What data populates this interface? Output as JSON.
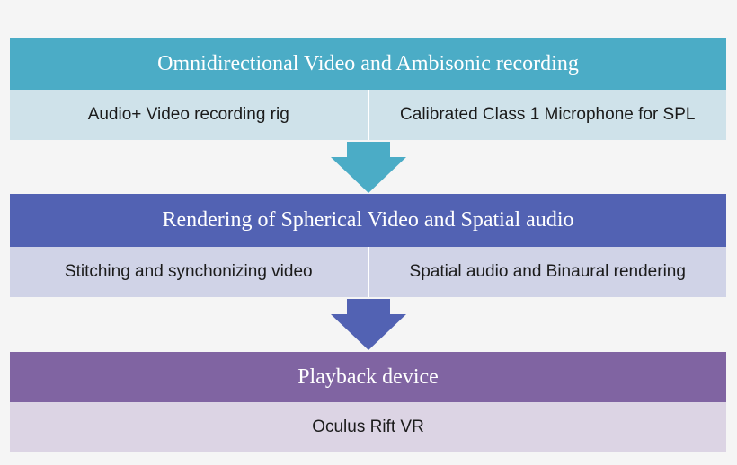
{
  "stages": [
    {
      "title": "Omnidirectional Video and Ambisonic recording",
      "items": [
        "Audio+ Video recording rig",
        "Calibrated Class 1 Microphone for SPL"
      ],
      "header_color": "#4bacc6",
      "row_color": "#cfe2ea"
    },
    {
      "title": "Rendering of Spherical Video and Spatial audio",
      "items": [
        "Stitching and synchonizing video",
        "Spatial audio and Binaural rendering"
      ],
      "header_color": "#5262b3",
      "row_color": "#d0d3e7"
    },
    {
      "title": "Playback device",
      "items": [
        "Oculus Rift VR"
      ],
      "header_color": "#8064a2",
      "row_color": "#dcd4e4"
    }
  ],
  "arrows": [
    {
      "color": "#4bacc6"
    },
    {
      "color": "#5262b3"
    }
  ]
}
